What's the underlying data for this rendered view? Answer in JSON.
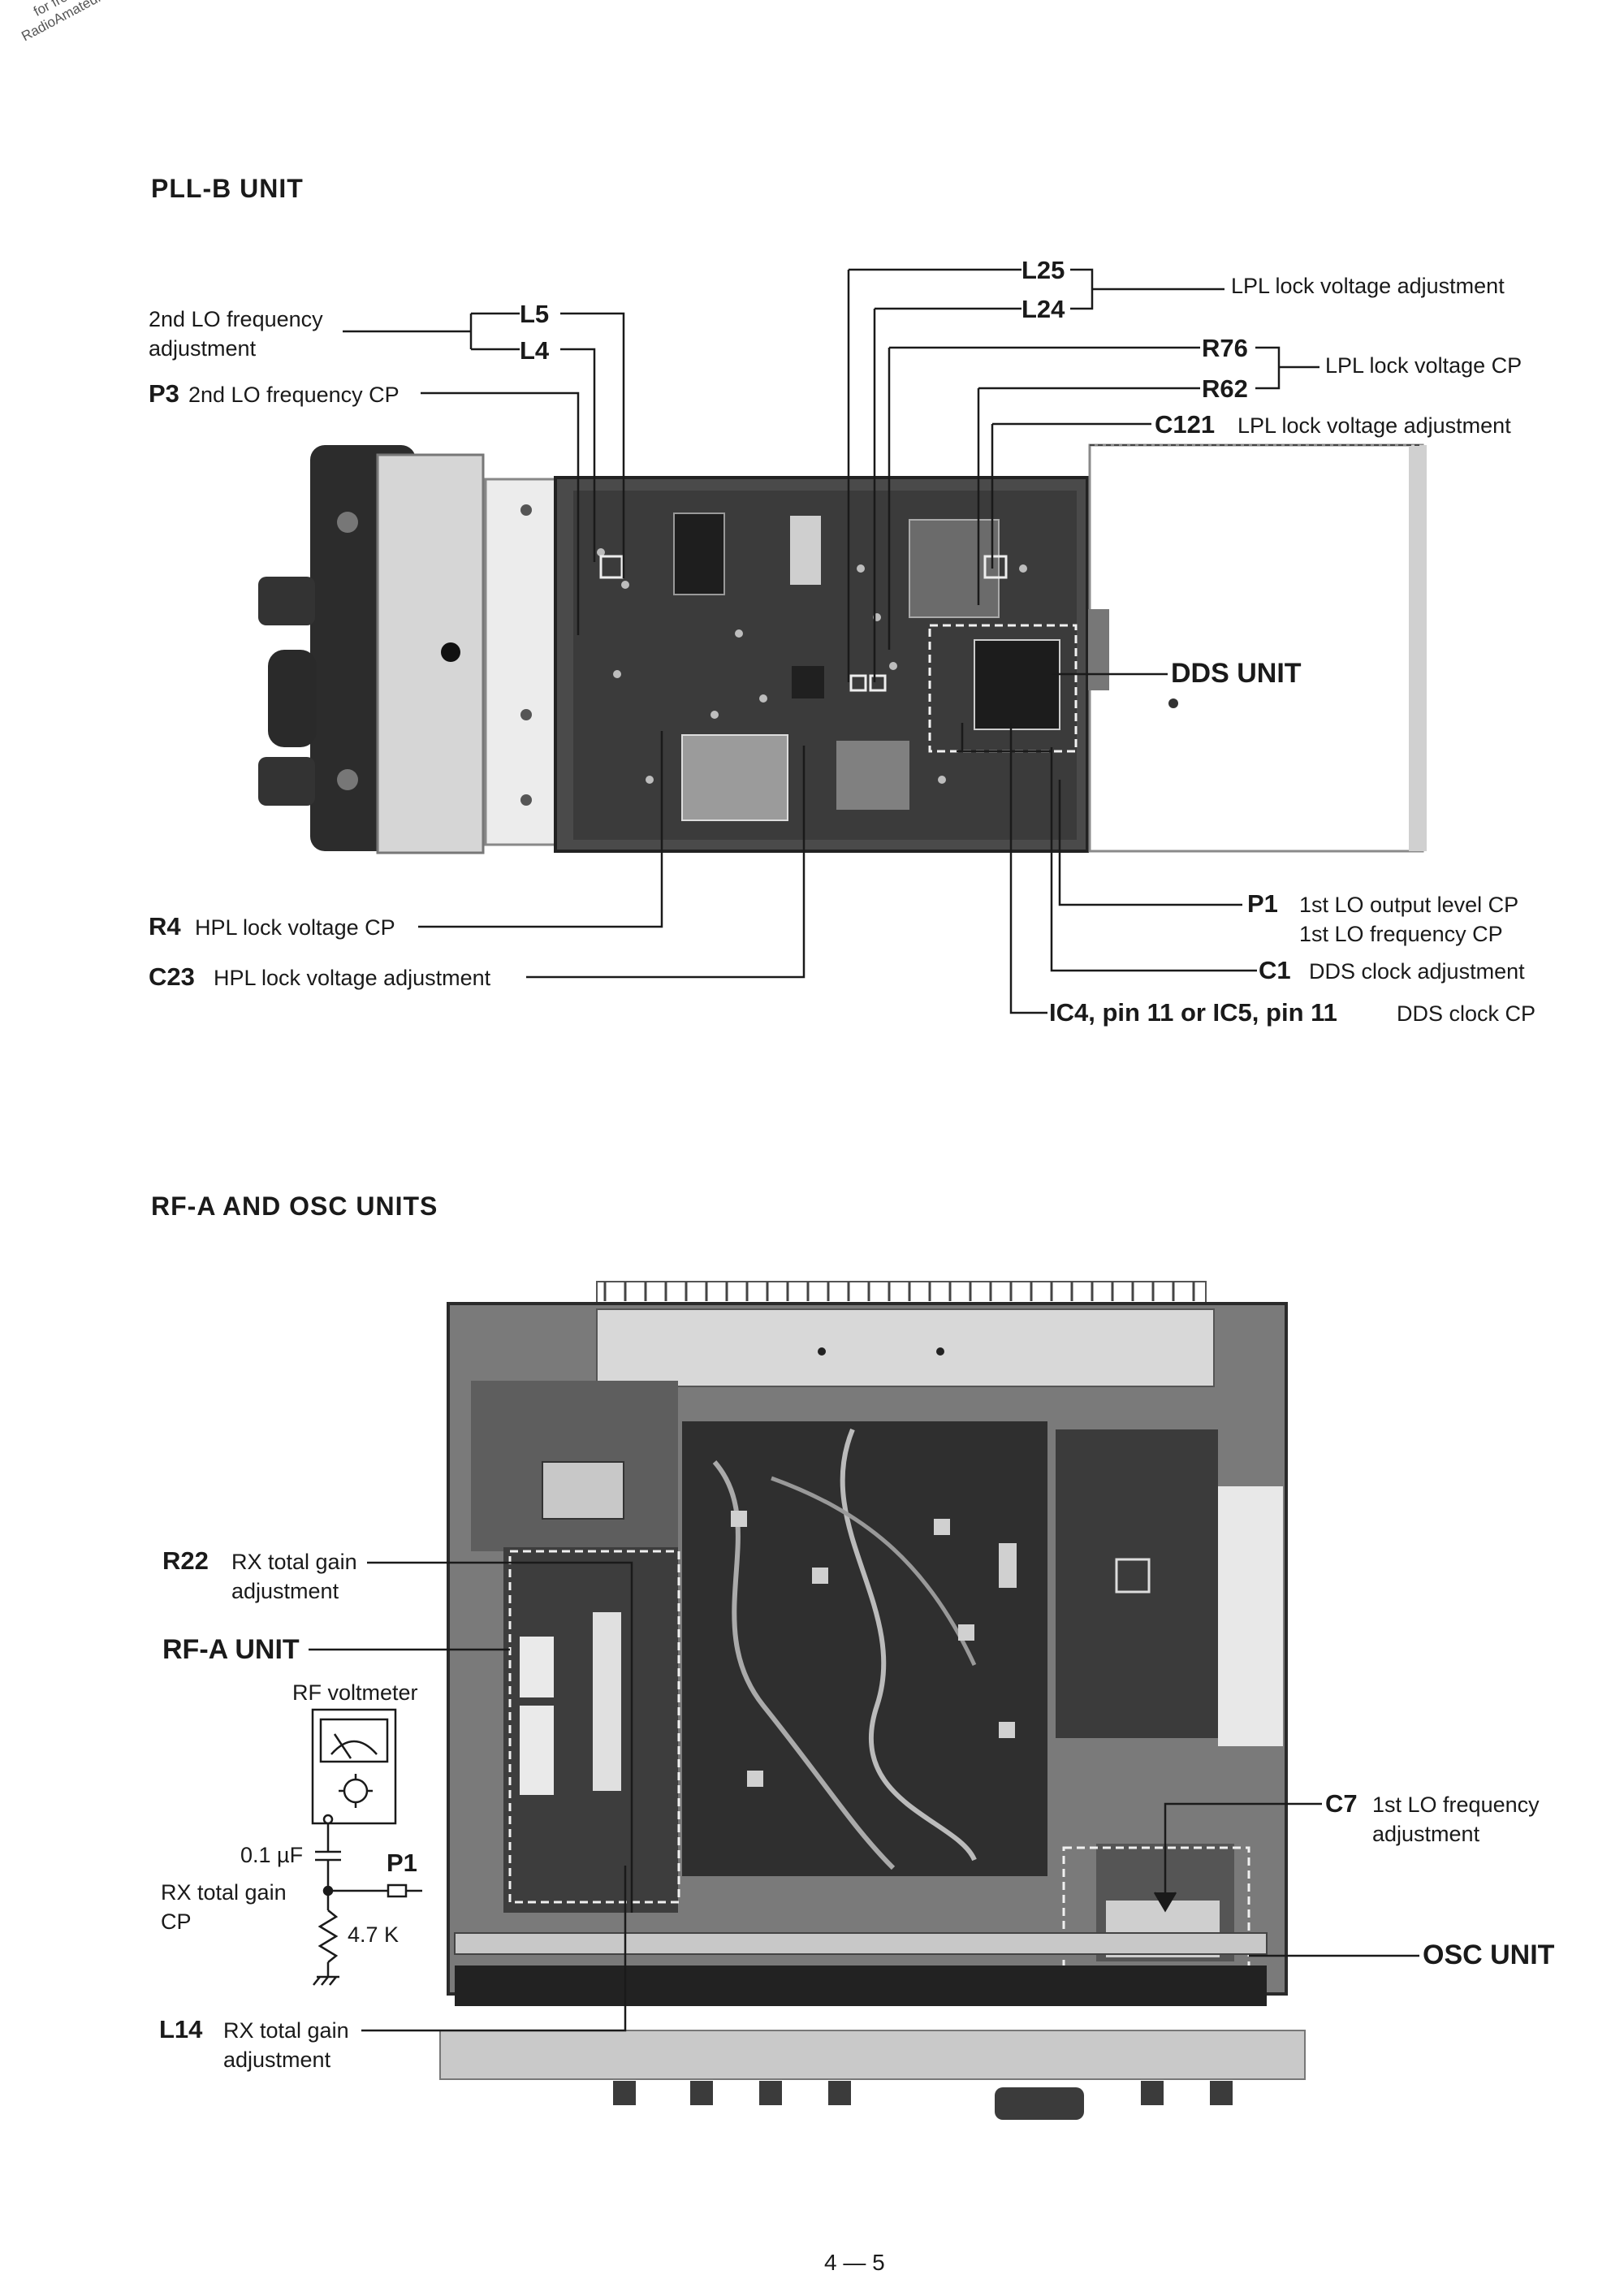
{
  "watermark": [
    "for free by",
    "RadioAmateur.eu"
  ],
  "sections": {
    "pll_title": "PLL-B UNIT",
    "rf_title": "RF-A AND OSC UNITS"
  },
  "pll": {
    "l5": "L5",
    "l4": "L4",
    "lo2_adj_1": "2nd LO frequency",
    "lo2_adj_2": "adjustment",
    "p3": "P3",
    "p3_desc": "2nd LO frequency CP",
    "l25": "L25",
    "l24": "L24",
    "lpl_adj": "LPL lock voltage adjustment",
    "r76": "R76",
    "r62": "R62",
    "lpl_cp": "LPL lock voltage CP",
    "c121": "C121",
    "c121_desc": "LPL lock voltage adjustment",
    "dds_unit": "DDS UNIT",
    "r4": "R4",
    "r4_desc": "HPL lock voltage CP",
    "c23": "C23",
    "c23_desc": "HPL lock voltage adjustment",
    "p1": "P1",
    "p1_desc_1": "1st LO output level CP",
    "p1_desc_2": "1st LO frequency CP",
    "c1": "C1",
    "c1_desc": "DDS clock adjustment",
    "ic4": "IC4, pin 11 or IC5, pin 11",
    "ic4_desc": "DDS clock CP"
  },
  "rf": {
    "r22": "R22",
    "r22_desc_1": "RX total gain",
    "r22_desc_2": "adjustment",
    "rfa_unit": "RF-A UNIT",
    "rf_voltmeter": "RF voltmeter",
    "cap": "0.1 µF",
    "p1": "P1",
    "rx_cp_1": "RX total gain",
    "rx_cp_2": "CP",
    "res": "4.7 K",
    "l14": "L14",
    "l14_desc_1": "RX total gain",
    "l14_desc_2": "adjustment",
    "c7": "C7",
    "c7_desc_1": "1st LO frequency",
    "c7_desc_2": "adjustment",
    "osc_unit": "OSC UNIT"
  },
  "page_number": "4 — 5"
}
